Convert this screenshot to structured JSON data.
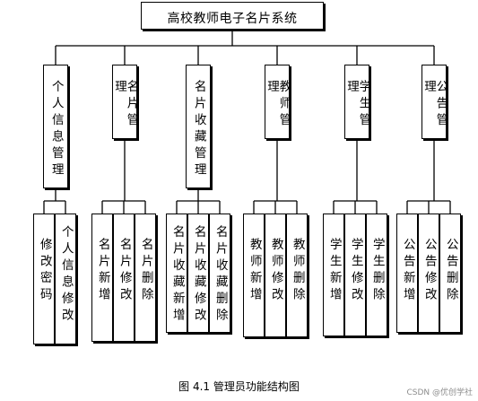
{
  "root": {
    "label": "高校教师电子名片系统"
  },
  "modules": [
    {
      "label": "个人信息管理",
      "children": [
        "修改密码",
        "个人信息修改"
      ]
    },
    {
      "label": "名片管理",
      "children": [
        "名片新增",
        "名片修改",
        "名片删除"
      ]
    },
    {
      "label": "名片收藏管理",
      "children": [
        "名片收藏新增",
        "名片收藏修改",
        "名片收藏删除"
      ]
    },
    {
      "label": "教师管理",
      "children": [
        "教师新增",
        "教师修改",
        "教师删除"
      ]
    },
    {
      "label": "学生管理",
      "children": [
        "学生新增",
        "学生修改",
        "学生删除"
      ]
    },
    {
      "label": "公告管理",
      "children": [
        "公告新增",
        "公告修改",
        "公告删除"
      ]
    }
  ],
  "caption": "图 4.1  管理员功能结构图",
  "watermark": "CSDN @优创学社"
}
